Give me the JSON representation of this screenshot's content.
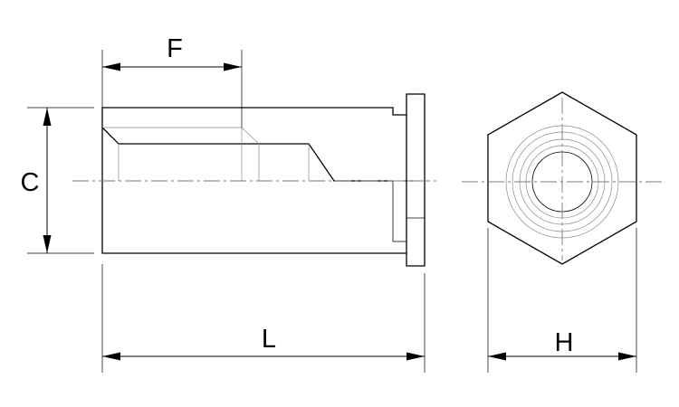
{
  "drawing": {
    "dimensions": {
      "F": "F",
      "C": "C",
      "L": "L",
      "H": "H"
    }
  }
}
